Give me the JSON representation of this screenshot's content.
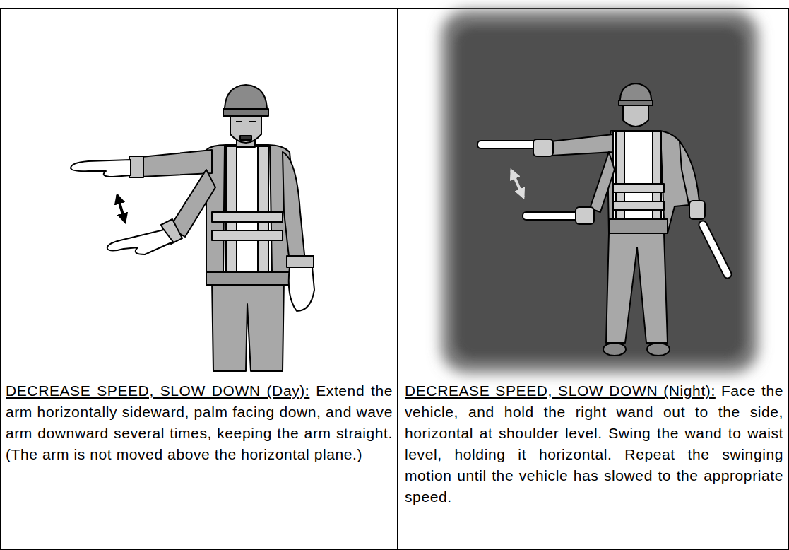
{
  "diagram": {
    "nodes": [
      {
        "text": [
          "DECREASE SPEED, SLOW DOWN (Day):",
          "Extend the arm horizontally sideward, palm facing down, and wave arm downward several times, keeping the arm straight. (The arm is not moved above the horizontal plane.)"
        ]
      },
      {
        "text": [
          "DECREASE SPEED, SLOW DOWN (Night):",
          "Face the vehicle, and hold the right wand out to the side, horizontal at shoulder level. Swing the wand to waist level, holding it horizontal. Repeat the swinging motion until the vehicle has slowed to the appropriate speed."
        ]
      }
    ]
  }
}
